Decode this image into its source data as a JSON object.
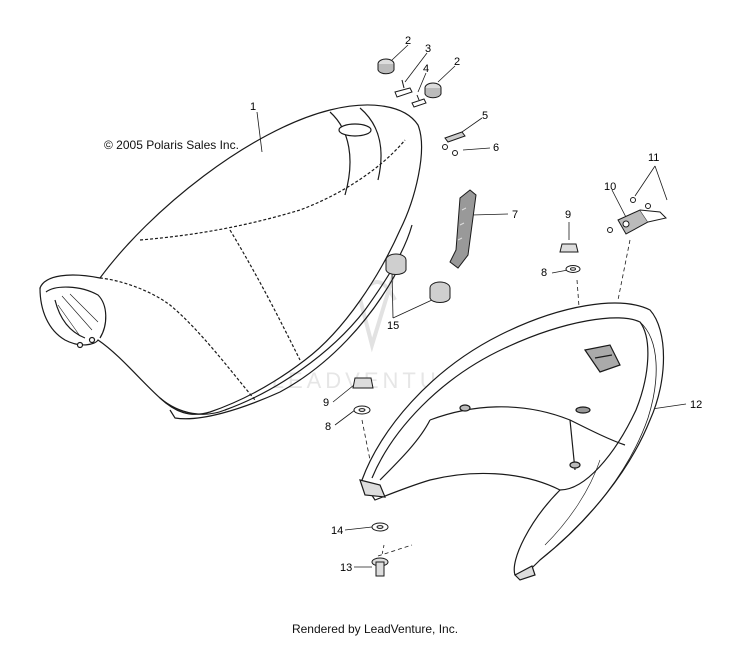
{
  "copyright": "© 2005 Polaris Sales Inc.",
  "footer": "Rendered by LeadVenture, Inc.",
  "watermark": "LEADVENTURE",
  "callouts": {
    "c1": "1",
    "c2a": "2",
    "c2b": "2",
    "c3": "3",
    "c4": "4",
    "c5": "5",
    "c6": "6",
    "c7": "7",
    "c8a": "8",
    "c8b": "8",
    "c9a": "9",
    "c9b": "9",
    "c10": "10",
    "c11": "11",
    "c12": "12",
    "c13": "13",
    "c14": "14",
    "c15": "15"
  },
  "colors": {
    "line": "#1a1a1a",
    "fill": "#ffffff",
    "shade": "#cfcfcf",
    "watermark": "#e6e6e6"
  }
}
